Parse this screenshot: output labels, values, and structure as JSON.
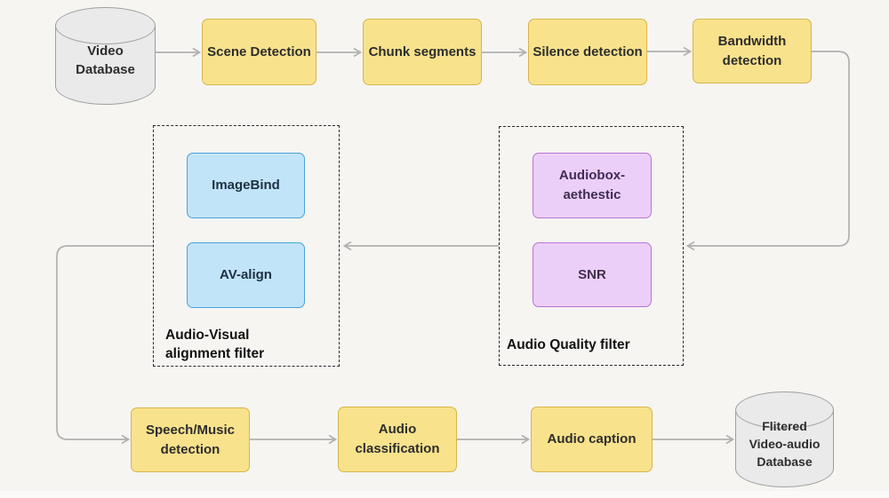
{
  "title": "Video-audio data filtering pipeline diagram",
  "theme": {
    "bg": "#f6f5f2",
    "bg-strip": "#fbfaf8",
    "arrow": "#b0b0b0",
    "yellow-fill": "#f8e28c",
    "yellow-border": "#d8b54b",
    "blue-fill": "#c2e4f8",
    "blue-border": "#4aa3d8",
    "purple-fill": "#eccff8",
    "purple-border": "#b974d6",
    "cyl-fill": "#eaeaea",
    "cyl-border": "#9f9f9f"
  },
  "nodes": {
    "video_db": {
      "lines": [
        "Video",
        "Database"
      ]
    },
    "scene_detection": {
      "label": "Scene Detection"
    },
    "chunk_segments": {
      "label": "Chunk segments"
    },
    "silence_detection": {
      "label": "Silence detection"
    },
    "bandwidth_detection": {
      "lines": [
        "Bandwidth",
        "detection"
      ]
    },
    "imagebind": {
      "label": "ImageBind"
    },
    "av_align": {
      "label": "AV-align"
    },
    "audiobox_aethestic": {
      "lines": [
        "Audiobox-",
        "aethestic"
      ]
    },
    "snr": {
      "label": "SNR"
    },
    "speech_music_detection": {
      "lines": [
        "Speech/Music",
        "detection"
      ]
    },
    "audio_classification": {
      "lines": [
        "Audio",
        "classification"
      ]
    },
    "audio_caption": {
      "label": "Audio caption"
    },
    "filtered_db": {
      "lines": [
        "Flitered",
        "Video-audio",
        "Database"
      ]
    }
  },
  "groups": {
    "audio_visual_filter": {
      "caption_lines": [
        "Audio-Visual",
        "alignment filter"
      ]
    },
    "audio_quality_filter": {
      "caption": "Audio Quality filter"
    }
  },
  "flow": [
    "Video Database -> Scene Detection -> Chunk segments -> Silence detection -> Bandwidth detection",
    "Bandwidth detection -> Audio Quality filter -> Audio-Visual alignment filter",
    "Audio-Visual alignment filter -> Speech/Music detection -> Audio classification -> Audio caption -> Flitered Video-audio Database"
  ]
}
